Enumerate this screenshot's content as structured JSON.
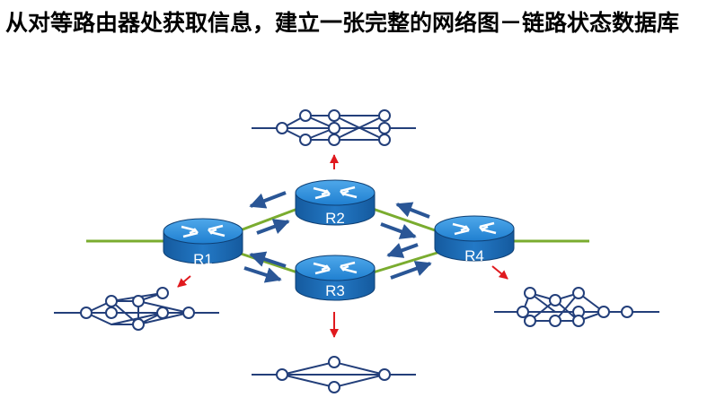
{
  "slide": {
    "title": "从对等路由器处获取信息，建立一张完整的网络图－链路状态数据库"
  },
  "routers": [
    {
      "id": "R1",
      "label": "R1"
    },
    {
      "id": "R2",
      "label": "R2"
    },
    {
      "id": "R3",
      "label": "R3"
    },
    {
      "id": "R4",
      "label": "R4"
    }
  ],
  "colors": {
    "link": "#7aac2f",
    "arrow": "#2a5696",
    "red_arrow": "#e0191e",
    "graph": "#233f7a",
    "router_top": "#2e8dd8",
    "router_body": "#1a69b6"
  }
}
